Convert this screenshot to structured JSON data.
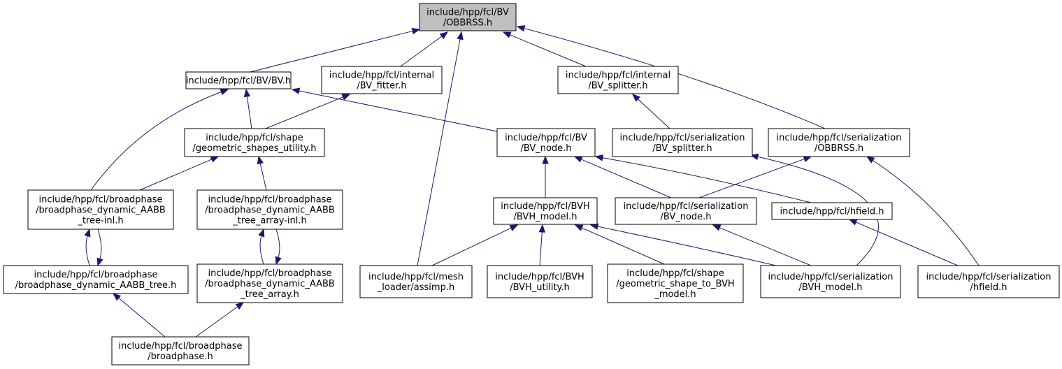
{
  "colors": {
    "edge": "#191970",
    "root_fill": "#bfbfbf",
    "node_fill": "#ffffff",
    "node_stroke": "#000000"
  },
  "nodes": [
    {
      "id": "n0",
      "lines": [
        "include/hpp/fcl/BV",
        "/OBBRSS.h"
      ]
    },
    {
      "id": "n1",
      "lines": [
        "include/hpp/fcl/BV/BV.h"
      ]
    },
    {
      "id": "n2",
      "lines": [
        "include/hpp/fcl/internal",
        "/BV_fitter.h"
      ]
    },
    {
      "id": "n3",
      "lines": [
        "include/hpp/fcl/internal",
        "/BV_splitter.h"
      ]
    },
    {
      "id": "n4",
      "lines": [
        "include/hpp/fcl/shape",
        "/geometric_shapes_utility.h"
      ]
    },
    {
      "id": "n5",
      "lines": [
        "include/hpp/fcl/BV",
        "/BV_node.h"
      ]
    },
    {
      "id": "n6",
      "lines": [
        "include/hpp/fcl/serialization",
        "/BV_splitter.h"
      ]
    },
    {
      "id": "n7",
      "lines": [
        "include/hpp/fcl/serialization",
        "/OBBRSS.h"
      ]
    },
    {
      "id": "n8",
      "lines": [
        "include/hpp/fcl/broadphase",
        "/broadphase_dynamic_AABB",
        "_tree-inl.h"
      ]
    },
    {
      "id": "n9",
      "lines": [
        "include/hpp/fcl/broadphase",
        "/broadphase_dynamic_AABB",
        "_tree_array-inl.h"
      ]
    },
    {
      "id": "n10",
      "lines": [
        "include/hpp/fcl/BVH",
        "/BVH_model.h"
      ]
    },
    {
      "id": "n11",
      "lines": [
        "include/hpp/fcl/serialization",
        "/BV_node.h"
      ]
    },
    {
      "id": "n12",
      "lines": [
        "include/hpp/fcl/hfield.h"
      ]
    },
    {
      "id": "n13",
      "lines": [
        "include/hpp/fcl/broadphase",
        "/broadphase_dynamic_AABB_tree.h"
      ]
    },
    {
      "id": "n14",
      "lines": [
        "include/hpp/fcl/broadphase",
        "/broadphase_dynamic_AABB",
        "_tree_array.h"
      ]
    },
    {
      "id": "n15",
      "lines": [
        "include/hpp/fcl/mesh",
        "_loader/assimp.h"
      ]
    },
    {
      "id": "n16",
      "lines": [
        "include/hpp/fcl/BVH",
        "/BVH_utility.h"
      ]
    },
    {
      "id": "n17",
      "lines": [
        "include/hpp/fcl/shape",
        "/geometric_shape_to_BVH",
        "_model.h"
      ]
    },
    {
      "id": "n18",
      "lines": [
        "include/hpp/fcl/serialization",
        "/BVH_model.h"
      ]
    },
    {
      "id": "n19",
      "lines": [
        "include/hpp/fcl/serialization",
        "/hfield.h"
      ]
    },
    {
      "id": "n20",
      "lines": [
        "include/hpp/fcl/broadphase",
        "/broadphase.h"
      ]
    }
  ],
  "edges": [
    {
      "from": "n1",
      "to": "n0"
    },
    {
      "from": "n2",
      "to": "n0"
    },
    {
      "from": "n15",
      "to": "n0"
    },
    {
      "from": "n3",
      "to": "n0"
    },
    {
      "from": "n7",
      "to": "n0"
    },
    {
      "from": "n4",
      "to": "n1"
    },
    {
      "from": "n8",
      "to": "n1"
    },
    {
      "from": "n5",
      "to": "n1"
    },
    {
      "from": "n4",
      "to": "n2"
    },
    {
      "from": "n6",
      "to": "n3"
    },
    {
      "from": "n8",
      "to": "n4"
    },
    {
      "from": "n9",
      "to": "n4"
    },
    {
      "from": "n10",
      "to": "n5"
    },
    {
      "from": "n11",
      "to": "n5"
    },
    {
      "from": "n12",
      "to": "n5"
    },
    {
      "from": "n18",
      "to": "n6"
    },
    {
      "from": "n11",
      "to": "n7"
    },
    {
      "from": "n19",
      "to": "n7"
    },
    {
      "from": "n13",
      "to": "n8"
    },
    {
      "from": "n8",
      "to": "n13"
    },
    {
      "from": "n14",
      "to": "n9"
    },
    {
      "from": "n9",
      "to": "n14"
    },
    {
      "from": "n15",
      "to": "n10"
    },
    {
      "from": "n16",
      "to": "n10"
    },
    {
      "from": "n17",
      "to": "n10"
    },
    {
      "from": "n18",
      "to": "n10"
    },
    {
      "from": "n18",
      "to": "n11"
    },
    {
      "from": "n19",
      "to": "n12"
    },
    {
      "from": "n20",
      "to": "n13"
    },
    {
      "from": "n20",
      "to": "n14"
    }
  ]
}
